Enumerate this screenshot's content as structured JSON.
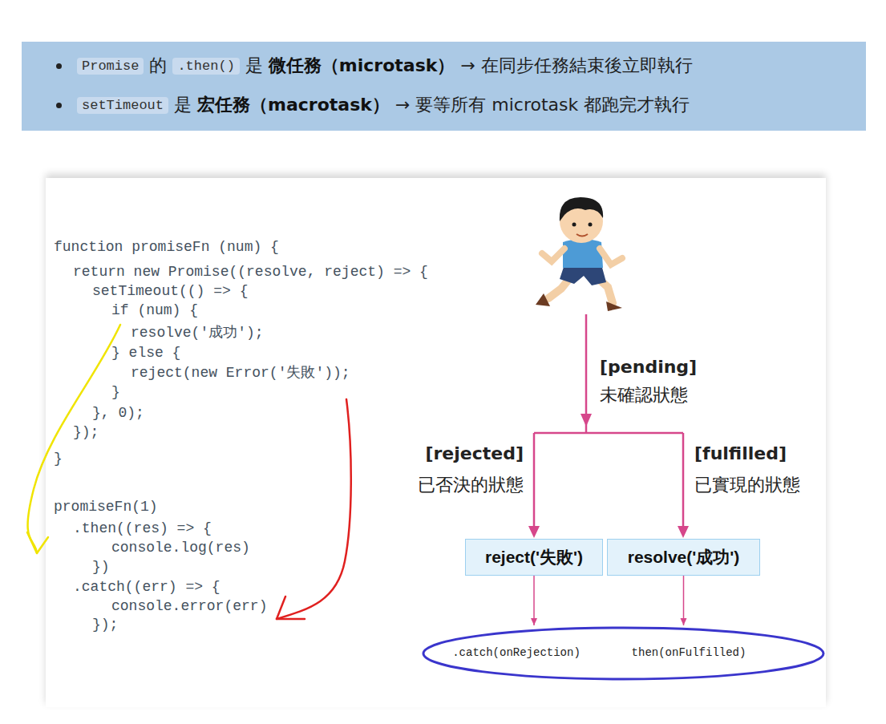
{
  "diagram": {
    "nodes": [
      {
        "text": [
          "Promise",
          "的",
          ".then()",
          "是",
          "微任務（microtask）",
          "→ 在同步任務結束後立即執行",
          "setTimeout",
          "是",
          "宏任務（macrotask）",
          "→ 要等所有 microtask 都跑完才執行"
        ]
      },
      {
        "text": [
          "reject('失敗')"
        ]
      },
      {
        "text": [
          "resolve('成功')"
        ]
      },
      {
        "text": [
          ".catch(onRejection)",
          "then(onFulfilled)"
        ]
      }
    ],
    "edges": [
      {
        "from": 1,
        "to": 3,
        "arrow": "to"
      },
      {
        "from": 2,
        "to": 3,
        "arrow": "to"
      }
    ],
    "labels": [
      "function promiseFn (num) {",
      "return new Promise((resolve, reject) => {",
      "setTimeout(() => {",
      "if (num) {",
      "resolve('成功');",
      "} else {",
      "reject(new Error('失敗'));",
      "}",
      "}, 0);",
      "});",
      "}",
      "promiseFn(1)",
      ".then((res) => {",
      "console.log(res)",
      "})",
      ".catch((err) => {",
      "console.error(err)",
      "});",
      "[pending]",
      "未確認狀態",
      "[rejected]",
      "已否決的狀態",
      "[fulfilled]",
      "已實現的狀態"
    ]
  }
}
